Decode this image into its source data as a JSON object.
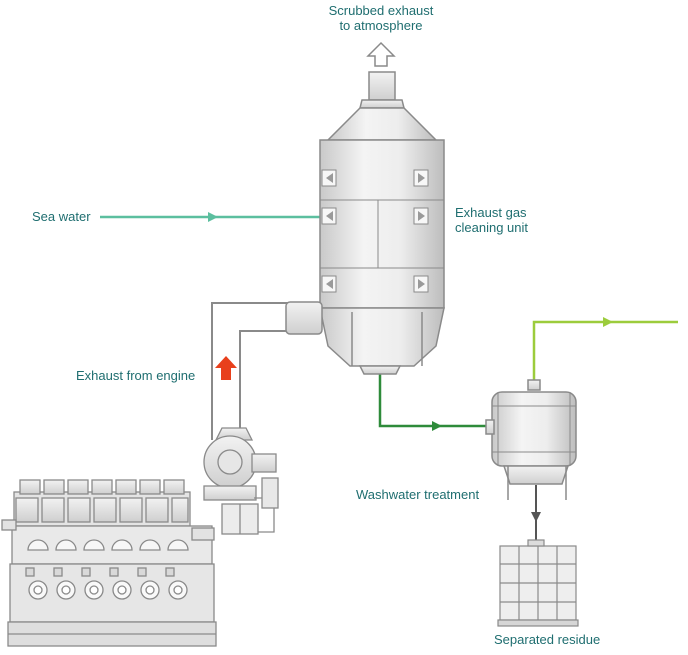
{
  "labels": {
    "scrubbed_exhaust": "Scrubbed exhaust\nto atmosphere",
    "sea_water": "Sea water",
    "cleaning_unit": "Exhaust gas\ncleaning unit",
    "exhaust_from_engine": "Exhaust from engine",
    "washwater_treatment": "Washwater treatment",
    "separated_residue": "Separated residue"
  },
  "colors": {
    "label_text": "#1f6e70",
    "sea_water_line": "#5cbf9f",
    "washwater_line": "#2e8b3a",
    "outlet_line": "#9ccc3c",
    "exhaust_arrow": "#e8401c",
    "residue_line": "#555555",
    "equipment_fill": "#e3e3e3",
    "equipment_stroke": "#8a8a8a"
  },
  "icons": {
    "exhaust_out_arrow": "hollow-up-arrow-icon",
    "engine_exhaust_arrow": "solid-up-arrow-icon"
  }
}
